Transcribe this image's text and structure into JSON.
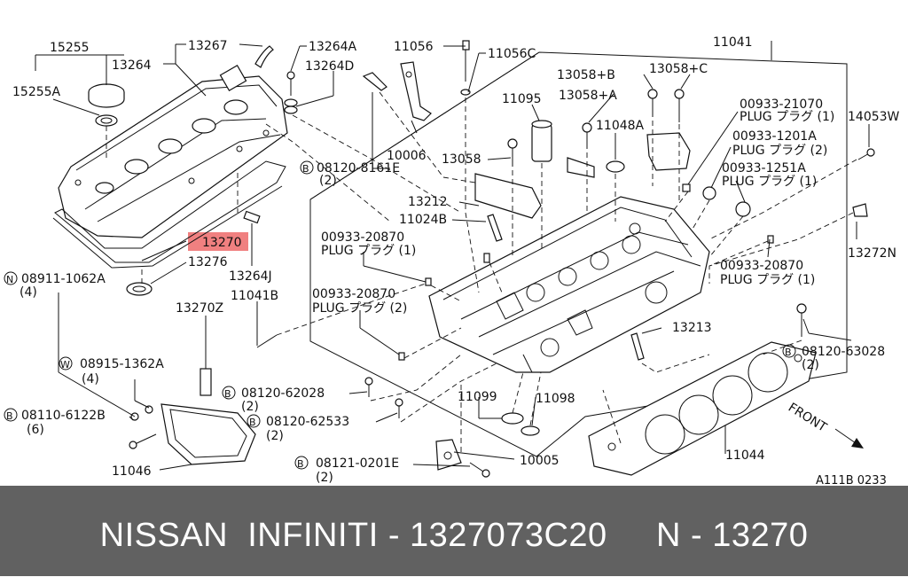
{
  "footer": {
    "text": "NISSAN  INFINITI - 1327073C20     N - 13270"
  },
  "highlight_color": "#f08080",
  "labels": {
    "p15255": "15255",
    "p15255a": "15255A",
    "p13264": "13264",
    "p13267": "13267",
    "p13264a": "13264A",
    "p13264d": "13264D",
    "p11056": "11056",
    "p11056c": "11056C",
    "p11041": "11041",
    "p13058b": "13058+B",
    "p13058c": "13058+C",
    "p13058a": "13058+A",
    "p11095": "11095",
    "p11048a": "11048A",
    "p00933_21070": "00933-21070",
    "plug1": "PLUG プラグ (1)",
    "p14053w": "14053W",
    "p00933_1201a": "00933-1201A",
    "plug2": "PLUG プラグ (2)",
    "p00933_1251a": "00933-1251A",
    "plug3": "PLUG プラグ (1)",
    "p10006": "10006",
    "p08120_8161e": "08120-8161E",
    "q2a": "(2)",
    "p13058": "13058",
    "p13212": "13212",
    "p11024b": "11024B",
    "p00933_20870a": "00933-20870",
    "plug4": "PLUG プラグ (1)",
    "p13272n": "13272N",
    "p00933_20870b": "00933-20870",
    "plug5": "PLUG プラグ (1)",
    "p13270": "13270",
    "p13276": "13276",
    "p13264j": "13264J",
    "p08911_1062a": "08911-1062A",
    "q4a": "(4)",
    "p11041b": "11041B",
    "p00933_20870c": "00933-20870",
    "plug6": "PLUG プラグ (2)",
    "p13270z": "13270Z",
    "p13213": "13213",
    "p08120_63028": "08120-63028",
    "q2b": "(2)",
    "p08915_1362a": "08915-1362A",
    "q4b": "(4)",
    "p08120_62028": "08120-62028",
    "q2c": "(2)",
    "p11099": "11099",
    "p11098": "11098",
    "p08110_6122b": "08110-6122B",
    "q6": "(6)",
    "p08120_62533": "08120-62533",
    "q2d": "(2)",
    "p11044": "11044",
    "front": "FRONT",
    "p10005": "10005",
    "p11046": "11046",
    "p08121_0201e": "08121-0201E",
    "q2e": "(2)",
    "code": "A111B 0233",
    "b": "B",
    "n": "N",
    "w": "W"
  }
}
